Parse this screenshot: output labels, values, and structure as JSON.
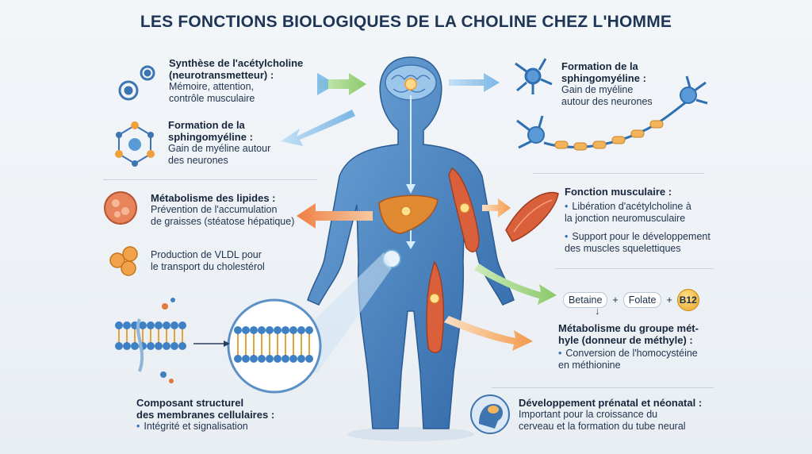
{
  "title": "LES FONCTIONS BIOLOGIQUES DE LA CHOLINE CHEZ L'HOMME",
  "blocks": {
    "acetylcholine": {
      "heading": "Synthèse  de l'acétylcholine\n(neurotransmetteur) :",
      "text": "Mémoire, attention,\ncontrôle musculaire"
    },
    "sphingo_left": {
      "heading": "Formation de la\nsphingomyéline :",
      "text": "Gain de myéline autour\ndes neurones"
    },
    "lipides": {
      "heading": "Métabolisme des lipides :",
      "text": "Prévention de l'accumulation\nde graisses (stéatose hépatique)"
    },
    "vldl": {
      "text": "Production de VLDL pour\nle transport du cholestérol"
    },
    "membranes": {
      "heading": "Composant structurel\ndes membranes cellulaires :",
      "bullet": "Intégrité et signalisation"
    },
    "sphingo_right": {
      "heading": "Formation de la\nsphingomyéline :",
      "text": "Gain de myéline\nautour des neurones"
    },
    "musculaire": {
      "heading": "Fonction musculaire :",
      "bullet1": "Libération d'acétylcholine à\nla jonction neuromusculaire",
      "bullet2": "Support pour le développement\ndes muscles squelettiques"
    },
    "methyle": {
      "heading": "Métabolisme du groupe mét-\nhyle (donneur de méthyle) :",
      "bullet": "Conversion de l'homocystéine\nen méthionine"
    },
    "prenatal": {
      "heading": "Développement prénatal et néonatal :",
      "text": "Important pour la croissance du\ncerveau et la formation du tube neural"
    }
  },
  "formula": {
    "a": "Betaine",
    "plus1": "+",
    "b": "Folate",
    "plus2": "+",
    "c": "B12",
    "arrow": "↓"
  },
  "colors": {
    "body": "#3f7fc0",
    "arrow_orange": "#f2a162",
    "arrow_green": "#a9d98a",
    "arrow_blue": "#7fb7e3",
    "liver": "#d9822b",
    "muscle": "#d9603a"
  }
}
